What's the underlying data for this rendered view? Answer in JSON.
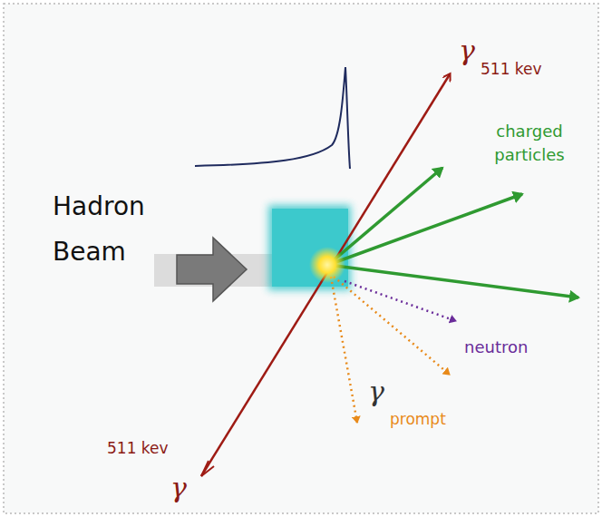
{
  "diagram": {
    "labels": [
      "Hadron Beam",
      "γ",
      "511 kev",
      "charged particles",
      "neutron",
      "γ",
      "prompt",
      "511 kev",
      "γ"
    ]
  }
}
